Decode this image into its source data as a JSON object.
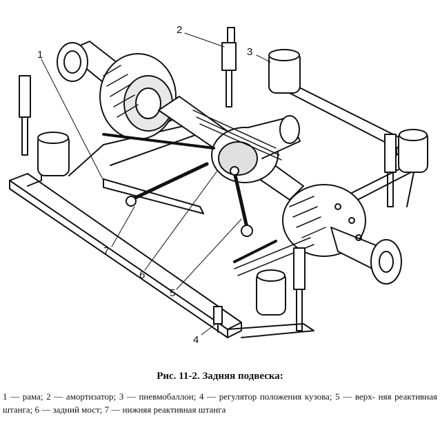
{
  "figure": {
    "callouts": {
      "c1": "1",
      "c2": "2",
      "c3": "3",
      "c4": "4",
      "c5": "5",
      "c6": "6",
      "c7": "7"
    }
  },
  "caption": {
    "title": "Рис. 11-2. Задняя подвеска:",
    "legend_line1": "1 — рама; 2 — амортизатор; 3 — пневмобаллон; 4 — регулятор положения кузова; 5 — верх-",
    "legend_line2": "няя реактивная штанга; 6 — задний мост; 7 — нижняя реактивная штанга"
  }
}
